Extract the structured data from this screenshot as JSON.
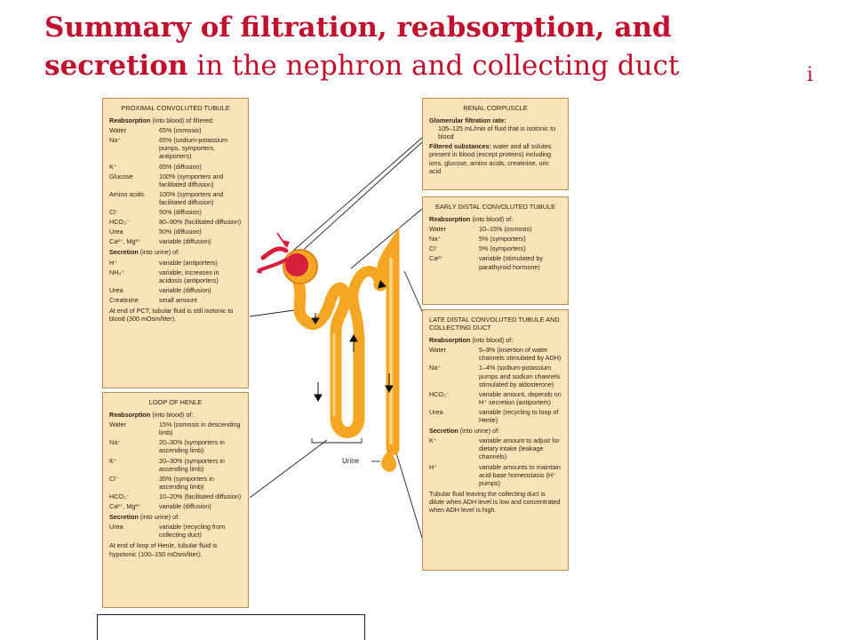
{
  "title": {
    "bold_part": "Summary of filtration, reabsorption, and secretion",
    "normal_part": " in the nephron and collecting duct",
    "info_mark": "i"
  },
  "pct": {
    "header": "PROXIMAL CONVOLUTED TUBULE",
    "reab_label": "Reabsorption",
    "reab_note": " (into blood) of filtered:",
    "reab_rows": [
      {
        "k": "Water",
        "v": "65% (osmosis)"
      },
      {
        "k": "Na⁺",
        "v": "65% (sodium-potassium pumps, symporters, antiporters)"
      },
      {
        "k": "K⁺",
        "v": "65% (diffusion)"
      },
      {
        "k": "Glucose",
        "v": "100% (symporters and facilitated diffusion)"
      },
      {
        "k": "Amino acids",
        "v": "100% (symporters and facilitated diffusion)"
      },
      {
        "k": "Cl⁻",
        "v": "50% (diffusion)"
      },
      {
        "k": "HCO₃⁻",
        "v": "80–90% (facilitated diffusion)"
      },
      {
        "k": "Urea",
        "v": "50% (diffusion)"
      },
      {
        "k": "Ca²⁺, Mg²⁺",
        "v": "variable (diffusion)"
      }
    ],
    "sec_label": "Secretion",
    "sec_note": " (into urine) of:",
    "sec_rows": [
      {
        "k": "H⁺",
        "v": "variable (antiporters)"
      },
      {
        "k": "NH₄⁺",
        "v": "variable, increases in acidosis (antiporters)"
      },
      {
        "k": "Urea",
        "v": "variable (diffusion)"
      },
      {
        "k": "Creatinine",
        "v": "small amount"
      }
    ],
    "end_note": "At end of PCT, tubular fluid is still isotonic to blood (300 mOsm/liter)."
  },
  "loop": {
    "header": "LOOP OF HENLE",
    "reab_label": "Reabsorption",
    "reab_note": " (into blood) of:",
    "reab_rows": [
      {
        "k": "Water",
        "v": "15% (osmosis in descending limb)"
      },
      {
        "k": "Na⁺",
        "v": "20–30% (symporters in ascending limb)"
      },
      {
        "k": "K⁺",
        "v": "20–30% (symporters in ascending limb)"
      },
      {
        "k": "Cl⁻",
        "v": "35% (symporters in ascending limb)"
      },
      {
        "k": "HCO₃⁻",
        "v": "10–20% (facilitated diffusion)"
      },
      {
        "k": "Ca²⁺, Mg²⁺",
        "v": "variable (diffusion)"
      }
    ],
    "sec_label": "Secretion",
    "sec_note": " (into urine) of:",
    "sec_rows": [
      {
        "k": "Urea",
        "v": "variable (recycling from collecting duct)"
      }
    ],
    "end_note": "At end of loop of Henle, tubular fluid is hypotonic (100–150 mOsm/liter)."
  },
  "renal": {
    "header": "RENAL CORPUSCLE",
    "gfr_label": "Glomerular filtration rate:",
    "gfr_text": "105–125 mL/min of fluid that is isotonic to blood",
    "filt_label": "Filtered substances:",
    "filt_text": " water and all solutes present in blood (except proteins) including ions, glucose, amino acids, creatinine, uric acid"
  },
  "early_dct": {
    "header": "EARLY DISTAL CONVOLUTED TUBULE",
    "reab_label": "Reabsorption",
    "reab_note": " (into blood) of:",
    "reab_rows": [
      {
        "k": "Water",
        "v": "10–15% (osmosis)"
      },
      {
        "k": "Na⁺",
        "v": "5% (symporters)"
      },
      {
        "k": "Cl⁻",
        "v": "5% (symporters)"
      },
      {
        "k": "Ca²⁺",
        "v": "variable (stimulated by parathyroid hormone)"
      }
    ]
  },
  "late_dct": {
    "header": "LATE DISTAL CONVOLUTED TUBULE AND COLLECTING DUCT",
    "reab_label": "Reabsorption",
    "reab_note": " (into blood) of:",
    "reab_rows": [
      {
        "k": "Water",
        "v": "5–9% (insertion of water channels stimulated by ADH)"
      },
      {
        "k": "Na⁺",
        "v": "1–4% (sodium-potassium pumps and sodium channels stimulated by aldosterone)"
      },
      {
        "k": "HCO₃⁻",
        "v": "variable amount, depends on H⁺ secretion (antiporters)"
      },
      {
        "k": "Urea",
        "v": "variable (recycling to loop of Henle)"
      }
    ],
    "sec_label": "Secretion",
    "sec_note": " (into urine) of:",
    "sec_rows": [
      {
        "k": "K⁺",
        "v": "variable amount to adjust for dietary intake (leakage channels)"
      },
      {
        "k": "H⁺",
        "v": "variable amounts to maintain acid-base homeostasis (H⁺ pumps)"
      }
    ],
    "end_note": "Tubular fluid leaving the collecting duct is dilute when ADH level is low and concentrated when ADH level is high."
  },
  "diagram": {
    "urine_label": "Urine",
    "colors": {
      "tubule": "#f5a623",
      "tubule_light": "#fcd27a",
      "vessel": "#d81e3a",
      "arrow": "#111111",
      "leader": "#222222"
    }
  }
}
